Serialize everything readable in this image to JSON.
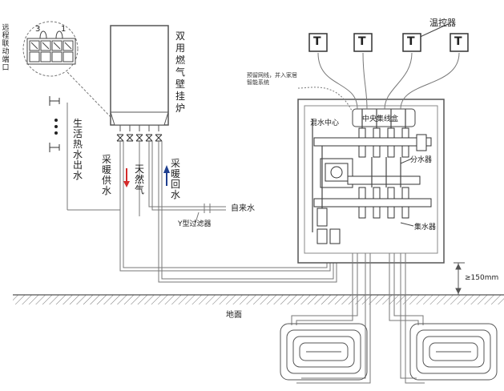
{
  "labels": {
    "remote_port": "远程联动端口",
    "terminal_3": "3",
    "terminal_1": "1",
    "boiler": "双用燃气壁挂炉",
    "hot_water_out": "生活热水出水",
    "heating_supply": "采暖供水",
    "natural_gas": "天然气",
    "heating_return": "采暖回水",
    "tap_water": "自来水",
    "y_filter": "Y型过滤器",
    "thermostat": "温控器",
    "thermostat_letter": "T",
    "reserved_wire": "预留网线，并入家居智能系统",
    "central_box": "中央集线盒",
    "mixing_center": "混水中心",
    "distributor": "分水器",
    "collector": "集水器",
    "height_note": "≥150mm",
    "ground": "地面"
  },
  "colors": {
    "line": "#555555",
    "red_arrow": "#d42a2a",
    "blue_arrow": "#1f3f8f"
  }
}
